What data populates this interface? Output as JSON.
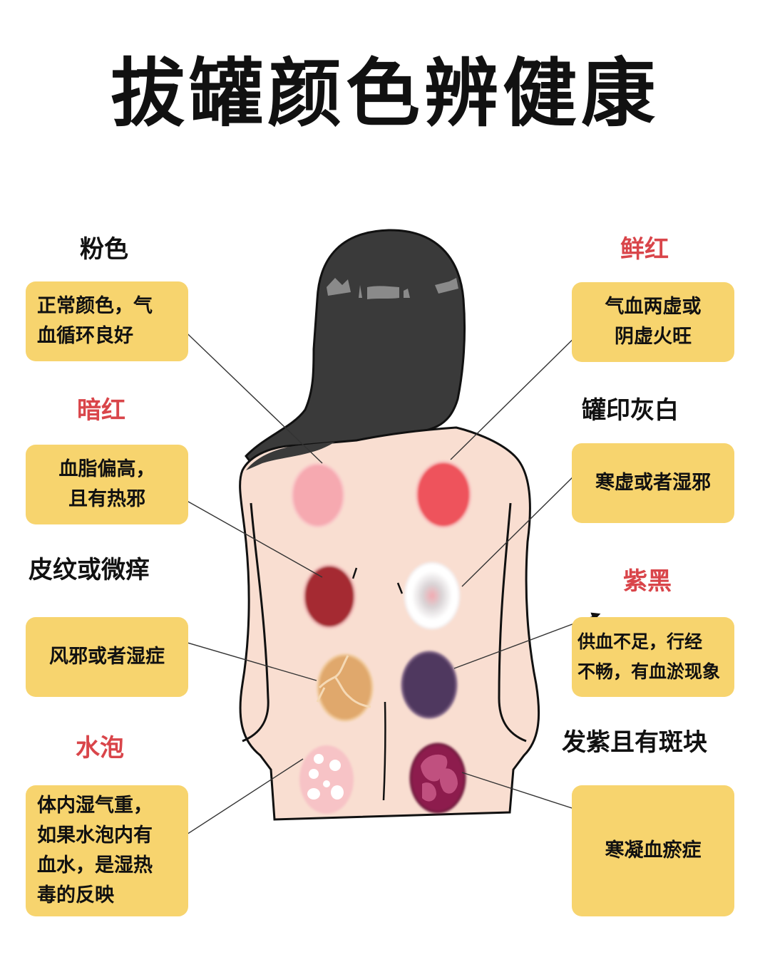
{
  "title": "拔罐颜色辨健康",
  "colors": {
    "box_bg": "#f7d46e",
    "label_red": "#d9454a",
    "label_black": "#111111",
    "skin": "#f9ded1",
    "hair": "#3a3a3a"
  },
  "left": [
    {
      "label": "粉色",
      "label_color": "black",
      "lines": [
        "正常颜色，气",
        "血循环良好"
      ],
      "mark_color": "#f6a9b0"
    },
    {
      "label": "暗红",
      "label_color": "red",
      "lines": [
        "血脂偏高，",
        "且有热邪"
      ],
      "mark_color": "#a52a31"
    },
    {
      "label": "皮纹或微痒",
      "label_color": "black",
      "lines": [
        "风邪或者湿症"
      ],
      "mark_color": "#e0a86c"
    },
    {
      "label": "水泡",
      "label_color": "red",
      "lines": [
        "体内湿气重，",
        "如果水泡内有",
        "血水，是湿热",
        "毒的反映"
      ],
      "mark_color": "#f7c3c6"
    }
  ],
  "right": [
    {
      "label": "鲜红",
      "label_color": "red",
      "lines": [
        "气血两虚或",
        "阴虚火旺"
      ],
      "mark_color": "#ee535c"
    },
    {
      "label": "罐印灰白",
      "label_color": "black",
      "lines": [
        "寒虚或者湿邪"
      ],
      "mark_color": "#ffffff"
    },
    {
      "label": "紫黑",
      "label_color": "red",
      "lines": [
        "供血不足，行经",
        "不畅，有血淤现象"
      ],
      "mark_color": "#50385f"
    },
    {
      "label": "发紫且有斑块",
      "label_color": "black",
      "lines": [
        "寒凝血瘀症"
      ],
      "mark_color": "#8d1f4e"
    }
  ]
}
